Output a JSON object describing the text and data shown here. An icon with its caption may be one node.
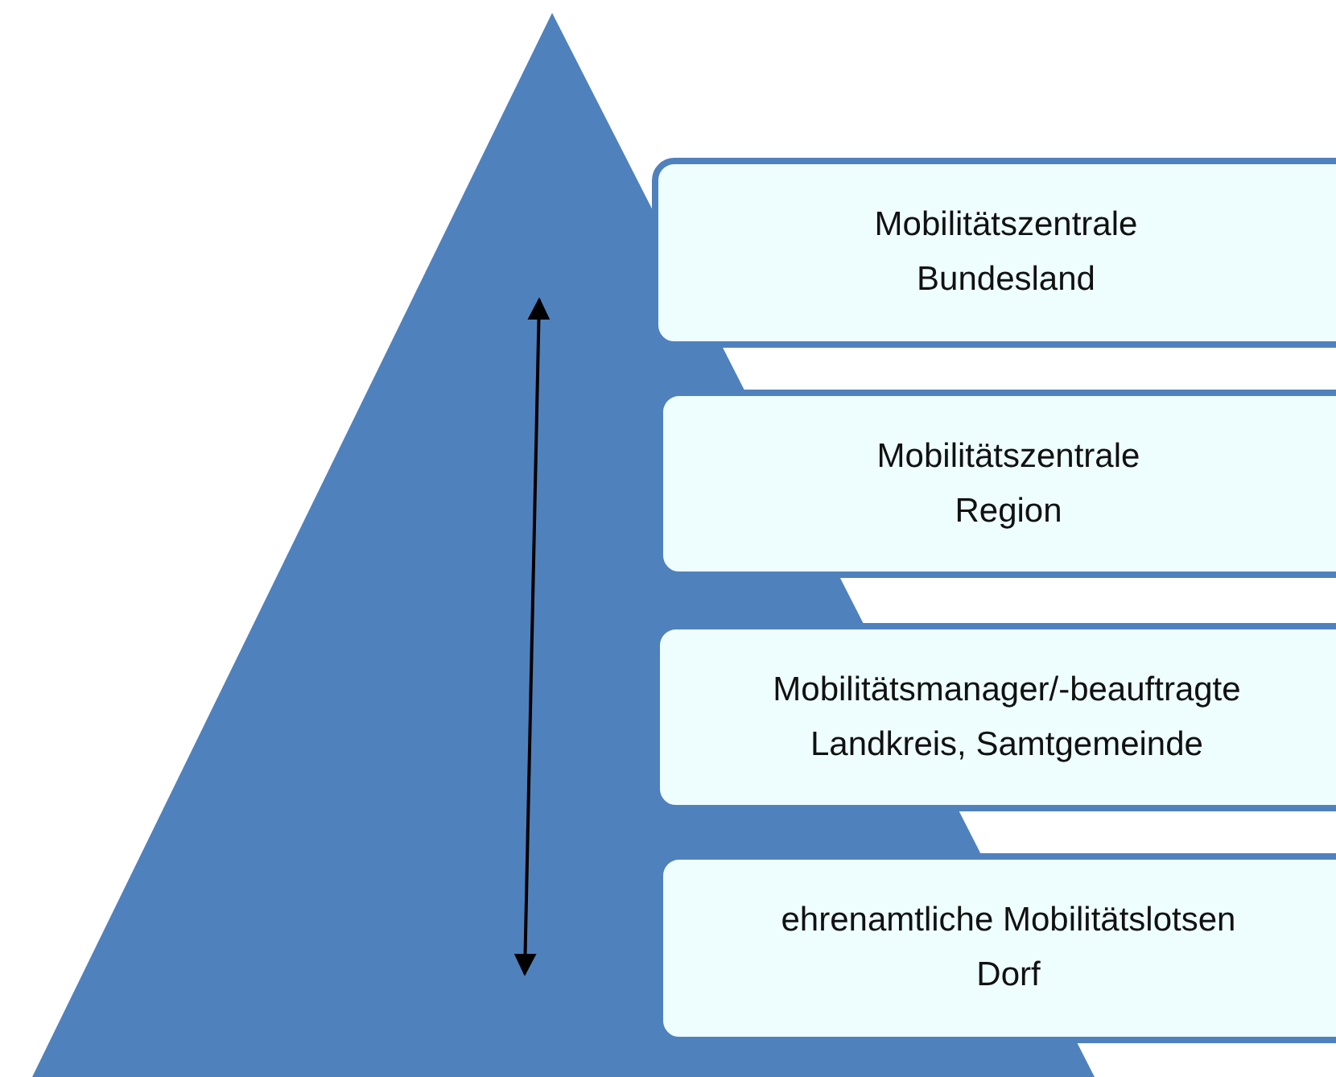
{
  "diagram": {
    "nodes": [
      {
        "text": [],
        "shape": "triangle"
      },
      {
        "text": [
          "Mobilitätszentrale",
          "Bundesland"
        ]
      },
      {
        "text": [
          "Mobilitätszentrale",
          "Region"
        ]
      },
      {
        "text": [
          "Mobilitätsmanager/-beauftragte",
          "Landkreis, Samtgemeinde"
        ]
      },
      {
        "text": [
          "ehrenamtliche Mobilitätslotsen",
          "Dorf"
        ]
      }
    ],
    "edges": []
  }
}
